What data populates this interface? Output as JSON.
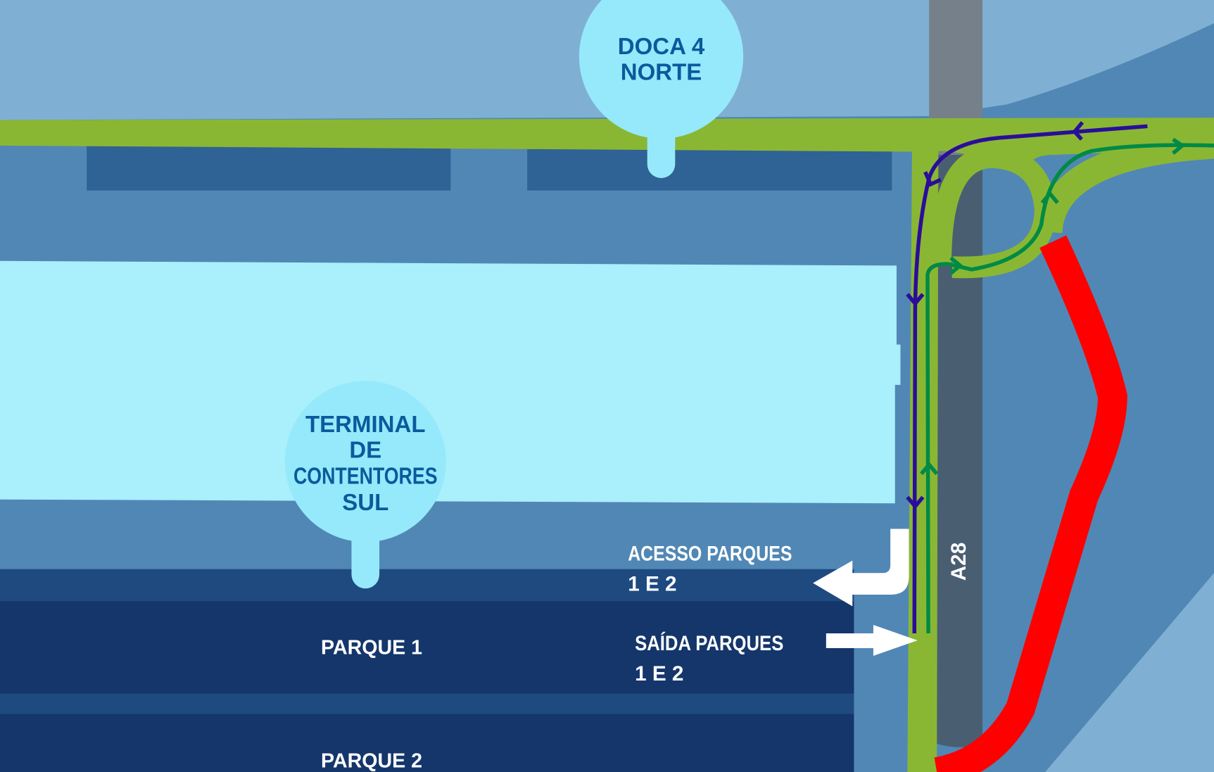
{
  "map": {
    "pois": {
      "doca": {
        "lines": [
          "DOCA 4",
          "NORTE"
        ]
      },
      "terminal": {
        "lines": [
          "TERMINAL",
          "DE",
          "CONTENTORES",
          "SUL"
        ]
      }
    },
    "labels": {
      "access": {
        "lines": [
          "ACESSO PARQUES",
          "1 E 2"
        ]
      },
      "exit": {
        "lines": [
          "SAÍDA PARQUES",
          "1 E 2"
        ]
      },
      "park1": "PARQUE 1",
      "park2": "PARQUE 2",
      "highway": "A28"
    },
    "colors": {
      "water": "#7fb0d3",
      "land": "#5187b5",
      "road": "#8ab733",
      "highway": "#4a5e72",
      "route_in": "#2a0d9a",
      "route_out": "#008a45",
      "restricted": "#ff0000",
      "terminal": "#aaeffc",
      "poi": "#95e9fb"
    }
  }
}
